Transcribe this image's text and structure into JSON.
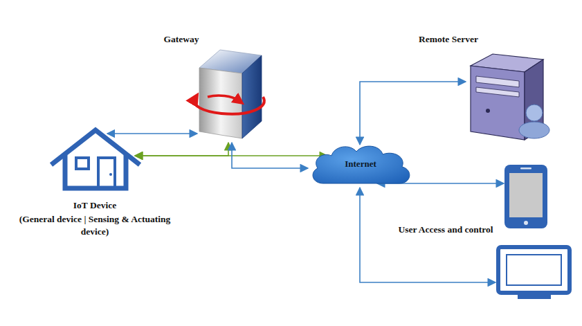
{
  "diagram": {
    "nodes": [
      {
        "text": [
          "Gateway"
        ]
      },
      {
        "text": [
          "Remote Server"
        ]
      },
      {
        "text": [
          "IoT Device",
          "(General device | Sensing & Actuating device)"
        ]
      },
      {
        "text": [
          "Internet"
        ]
      },
      {
        "text": [
          "User Access and control"
        ]
      }
    ],
    "edges": [
      {
        "from": 2,
        "to": 0,
        "arrow": "both"
      },
      {
        "from": 2,
        "to": 0,
        "arrow": "both"
      },
      {
        "from": 2,
        "to": 3,
        "arrow": "both"
      },
      {
        "from": 0,
        "to": 3,
        "arrow": "both"
      },
      {
        "from": 3,
        "to": 1,
        "arrow": "both"
      },
      {
        "from": 3,
        "to": 4,
        "arrow": "both"
      }
    ]
  }
}
